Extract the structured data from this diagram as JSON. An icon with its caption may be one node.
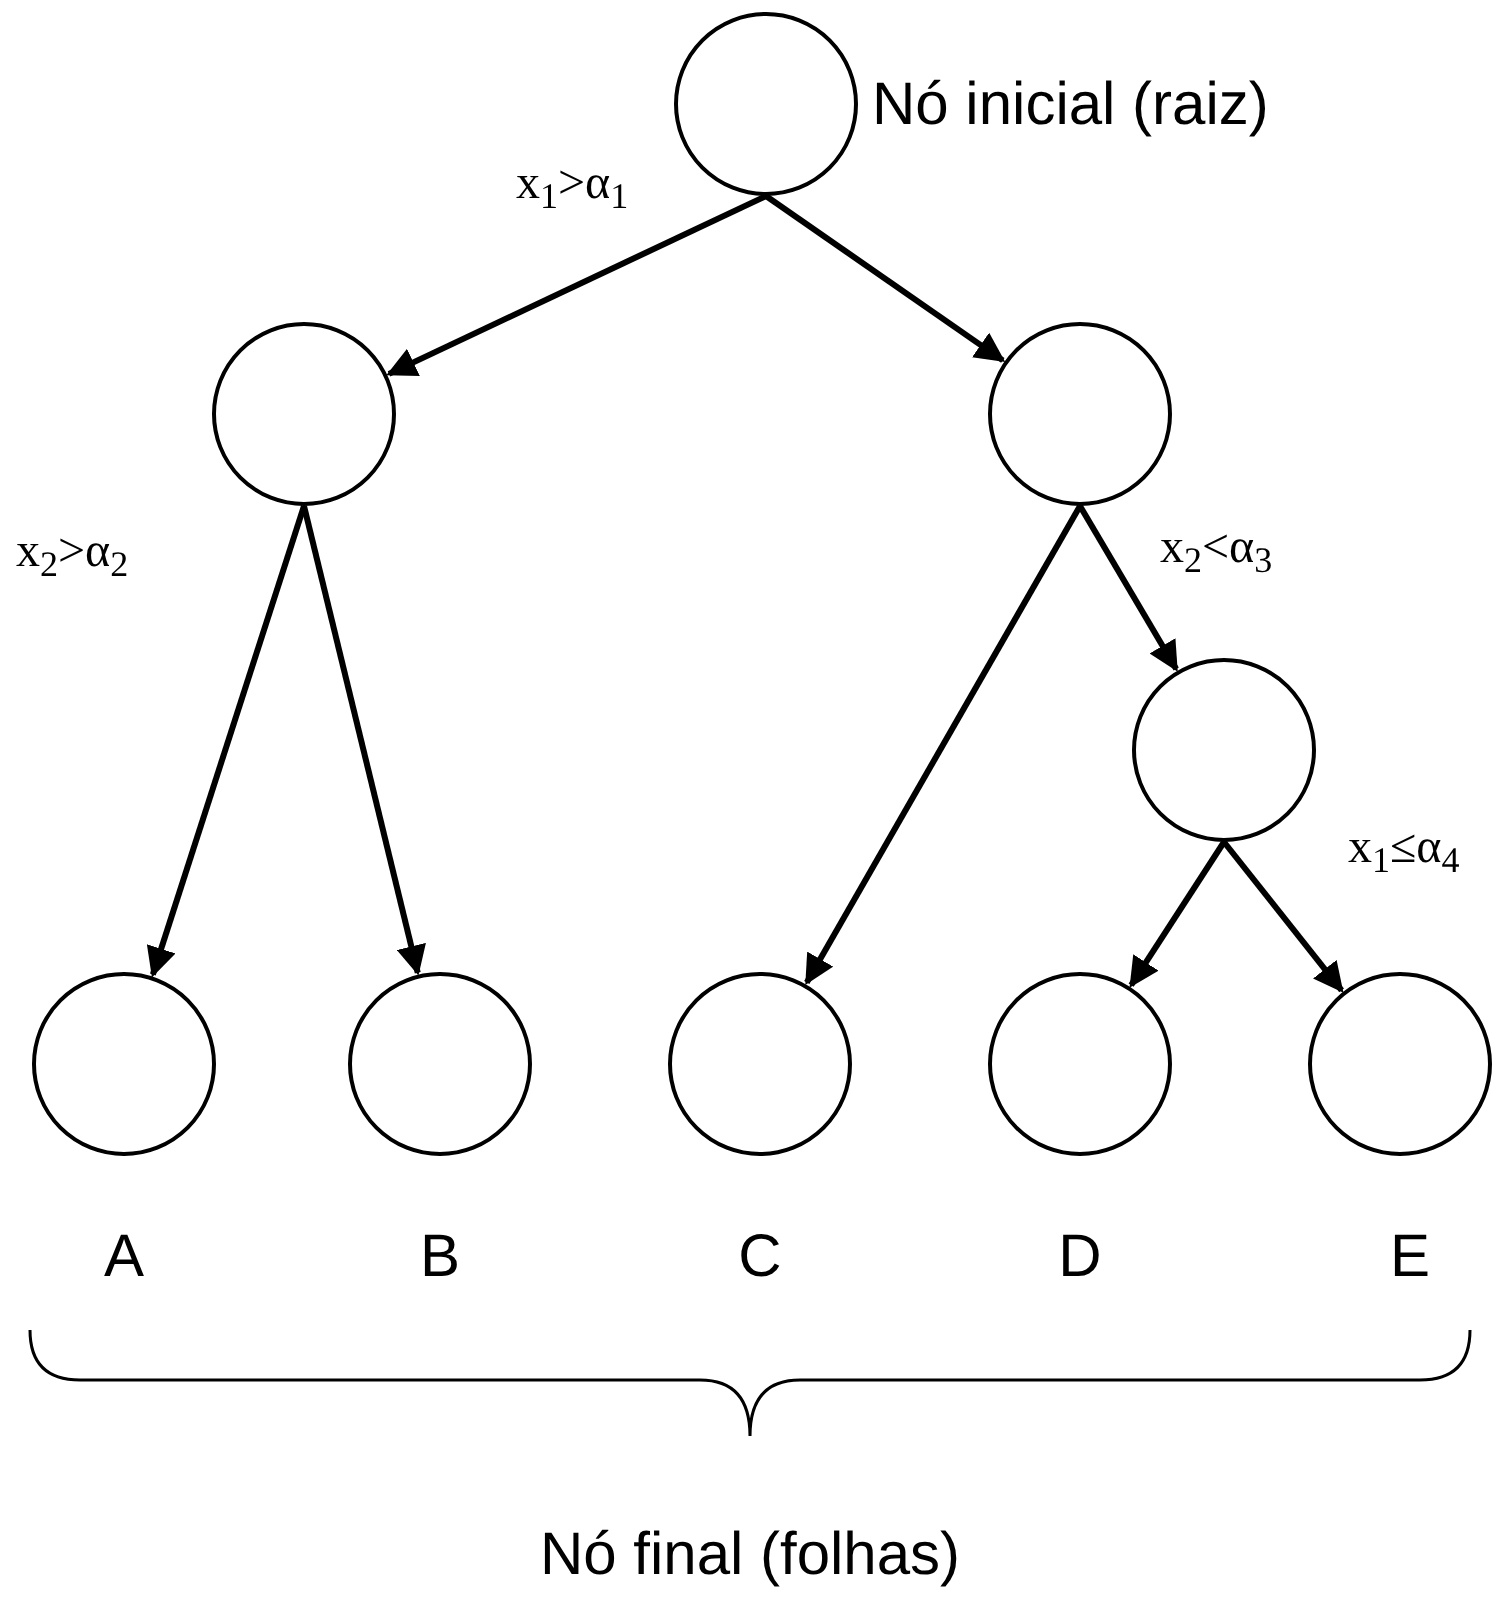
{
  "diagram": {
    "nodes": [
      {
        "text": [],
        "shape": "circle",
        "beside": [
          "Nó inicial (raiz)"
        ]
      },
      {
        "text": [],
        "shape": "circle"
      },
      {
        "text": [],
        "shape": "circle"
      },
      {
        "text": [],
        "shape": "circle"
      },
      {
        "text": [],
        "shape": "circle",
        "beside": [
          "A"
        ]
      },
      {
        "text": [],
        "shape": "circle",
        "beside": [
          "B"
        ]
      },
      {
        "text": [],
        "shape": "circle",
        "beside": [
          "C"
        ]
      },
      {
        "text": [],
        "shape": "circle",
        "beside": [
          "D"
        ]
      },
      {
        "text": [],
        "shape": "circle",
        "beside": [
          "E"
        ]
      }
    ],
    "edges": [
      {
        "from": 0,
        "to": 1,
        "arrow": "to"
      },
      {
        "from": 0,
        "to": 2,
        "arrow": "to"
      },
      {
        "from": 1,
        "to": 4,
        "arrow": "to"
      },
      {
        "from": 1,
        "to": 5,
        "arrow": "to"
      },
      {
        "from": 2,
        "to": 6,
        "arrow": "to"
      },
      {
        "from": 2,
        "to": 3,
        "arrow": "to"
      },
      {
        "from": 3,
        "to": 7,
        "arrow": "to"
      },
      {
        "from": 3,
        "to": 8,
        "arrow": "to"
      }
    ],
    "labels": [
      "x$_{1}$>α$_{1}$",
      "x$_{2}$>α$_{2}$",
      "x$_{2}$<α$_{3}$",
      "x$_{1}$≤α$_{4}$",
      "Nó final (folhas)"
    ]
  }
}
